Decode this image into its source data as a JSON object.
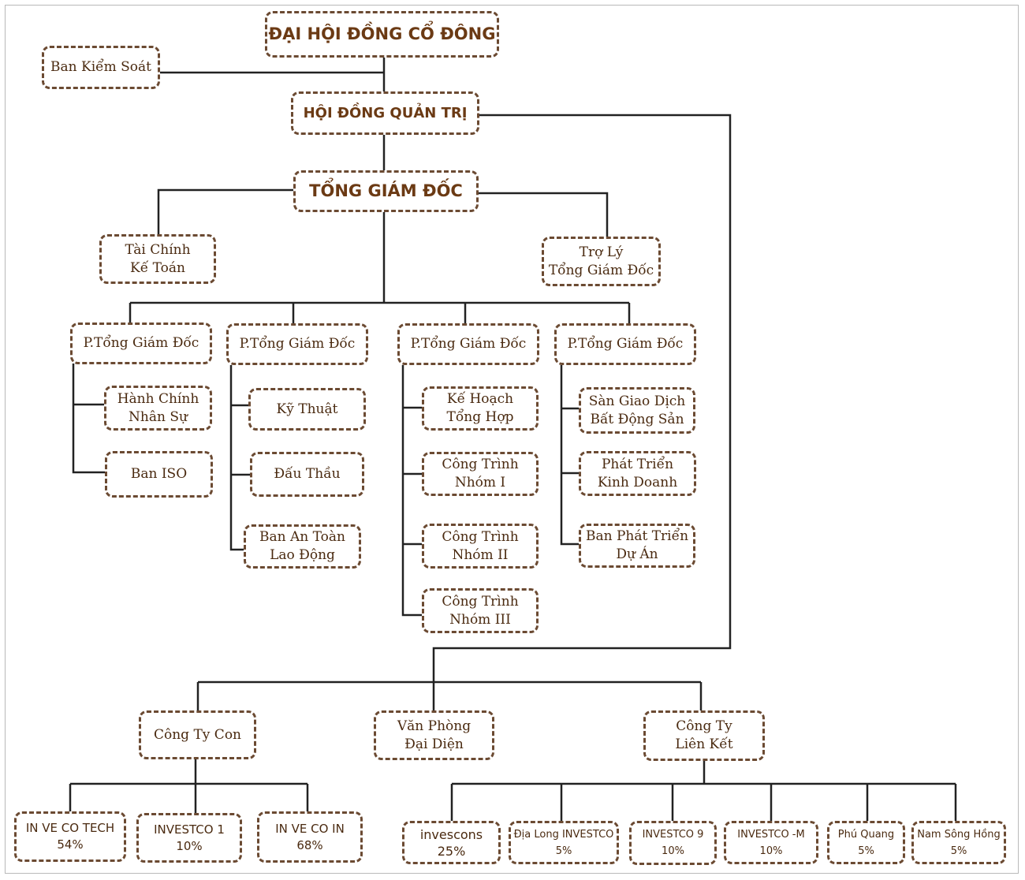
{
  "boxes": {
    "dhdcd": {
      "l1": "ĐẠI HỘI ĐỒNG CỔ ĐÔNG"
    },
    "bks": {
      "l1": "Ban Kiểm Soát"
    },
    "hdqt": {
      "l1": "HỘI ĐỒNG QUẢN TRỊ"
    },
    "tgd": {
      "l1": "TỔNG GIÁM ĐỐC"
    },
    "tckt": {
      "l1": "Tài Chính",
      "l2": "Kế Toán"
    },
    "trolytgd": {
      "l1": "Trợ Lý",
      "l2": "Tổng Giám Đốc"
    },
    "ptgd1": {
      "l1": "P.Tổng Giám Đốc"
    },
    "ptgd2": {
      "l1": "P.Tổng Giám Đốc"
    },
    "ptgd3": {
      "l1": "P.Tổng Giám Đốc"
    },
    "ptgd4": {
      "l1": "P.Tổng Giám Đốc"
    },
    "hcns": {
      "l1": "Hành Chính",
      "l2": "Nhân Sự"
    },
    "baniso": {
      "l1": "Ban ISO"
    },
    "kythuat": {
      "l1": "Kỹ Thuật"
    },
    "dauthau": {
      "l1": "Đấu Thầu"
    },
    "banatld": {
      "l1": "Ban An Toàn",
      "l2": "Lao Động"
    },
    "khth": {
      "l1": "Kế Hoạch",
      "l2": "Tổng Hợp"
    },
    "ctn1": {
      "l1": "Công Trình",
      "l2": "Nhóm I"
    },
    "ctn2": {
      "l1": "Công Trình",
      "l2": "Nhóm II"
    },
    "ctn3": {
      "l1": "Công Trình",
      "l2": "Nhóm III"
    },
    "sgdbds": {
      "l1": "Sàn Giao Dịch",
      "l2": "Bất Động Sản"
    },
    "ptkd": {
      "l1": "Phát Triển",
      "l2": "Kinh Doanh"
    },
    "bptda": {
      "l1": "Ban Phát Triển",
      "l2": "Dự Án"
    },
    "ctcon": {
      "l1": "Công Ty Con"
    },
    "vpdd": {
      "l1": "Văn Phòng",
      "l2": "Đại Diện"
    },
    "ctlk": {
      "l1": "Công Ty",
      "l2": "Liên Kết"
    },
    "invecotech": {
      "l1": "IN VE CO TECH",
      "l2": "54%"
    },
    "investco1": {
      "l1": "INVESTCO 1",
      "l2": "10%"
    },
    "invecoin": {
      "l1": "IN VE CO IN",
      "l2": "68%"
    },
    "invescons": {
      "l1": "invescons",
      "l2": "25%"
    },
    "dialong": {
      "l1": "Địa Long INVESTCO",
      "l2": "5%"
    },
    "investco9": {
      "l1": "INVESTCO 9",
      "l2": "10%"
    },
    "investcom": {
      "l1": "INVESTCO -M",
      "l2": "10%"
    },
    "phuquang": {
      "l1": "Phú Quang",
      "l2": "5%"
    },
    "namsonghong": {
      "l1": "Nam Sông Hồng",
      "l2": "5%"
    }
  },
  "colors": {
    "line": "#222222",
    "border": "#6b4a32",
    "text": "#4a2a10"
  }
}
